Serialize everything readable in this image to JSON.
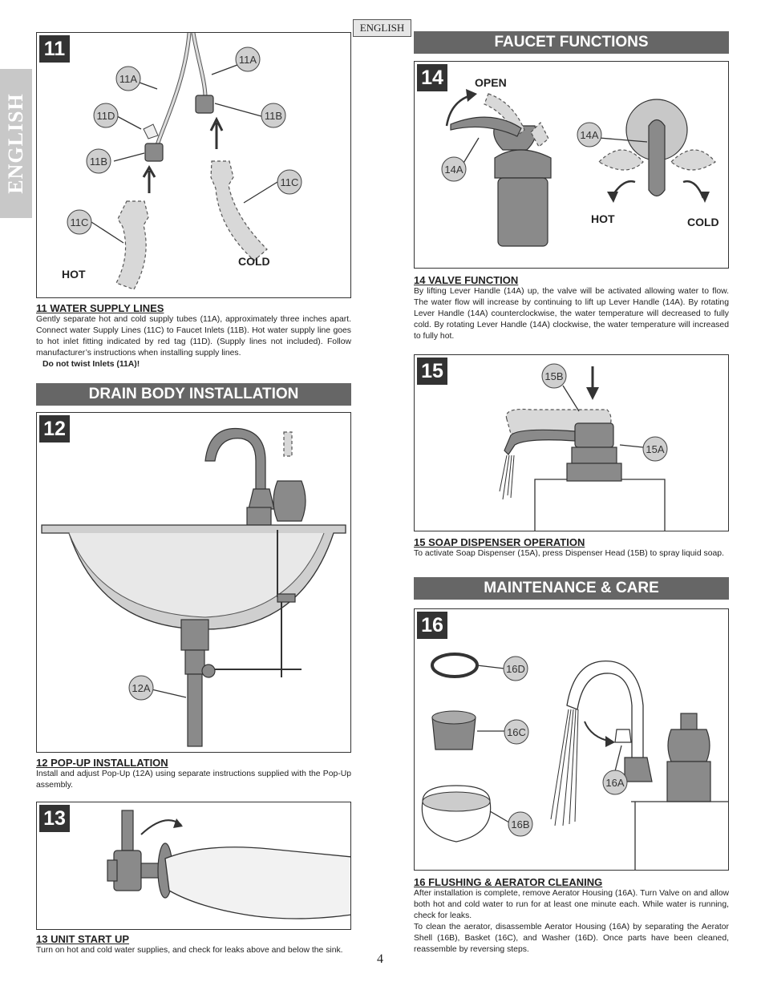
{
  "header": {
    "language_tab": "ENGLISH",
    "side_tab": "ENGLISH"
  },
  "colors": {
    "banner": "#666666",
    "part": "#8a8a8a",
    "callout": "#cfcfcf"
  },
  "fig11": {
    "number": "11",
    "labels": {
      "hot": "HOT",
      "cold": "COLD"
    },
    "callouts": [
      "11A",
      "11A",
      "11D",
      "11B",
      "11B",
      "11C",
      "11C"
    ],
    "caption_title": "11  WATER SUPPLY LINES",
    "caption_body": "Gently separate hot and cold supply tubes (11A), approximately three inches apart. Connect water Supply Lines (11C) to Faucet Inlets (11B). Hot water supply line goes to hot inlet fitting indicated by red tag (11D). (Supply lines not included). Follow manufacturer’s instructions when installing supply lines.",
    "caption_note": "Do not twist Inlets (11A)!"
  },
  "drain": {
    "banner": "DRAIN BODY INSTALLATION"
  },
  "fig12": {
    "number": "12",
    "callouts": [
      "12A"
    ],
    "caption_title": "12  POP-UP INSTALLATION",
    "caption_body": "Install and adjust Pop-Up (12A) using separate instructions supplied with the Pop-Up assembly."
  },
  "fig13": {
    "number": "13",
    "caption_title": "13  UNIT START UP",
    "caption_body": "Turn on hot and cold water supplies, and check for leaks above and below the sink."
  },
  "faucet": {
    "banner": "FAUCET FUNCTIONS"
  },
  "fig14": {
    "number": "14",
    "labels": {
      "open": "OPEN",
      "hot": "HOT",
      "cold": "COLD"
    },
    "callouts": [
      "14A",
      "14A"
    ],
    "caption_title": "14  VALVE FUNCTION",
    "caption_body": "By lifting Lever Handle (14A) up, the valve will be activated allowing water to flow. The water flow will increase by continuing to lift up Lever Handle (14A). By rotating Lever Handle (14A) counterclockwise, the water temperature will decreased to fully cold. By rotating Lever Handle (14A) clockwise, the water temperature will increased to fully hot."
  },
  "fig15": {
    "number": "15",
    "callouts": [
      "15B",
      "15A"
    ],
    "caption_title": "15  SOAP DISPENSER OPERATION",
    "caption_body": "To activate Soap Dispenser (15A), press Dispenser Head (15B) to spray liquid soap."
  },
  "maint": {
    "banner": "MAINTENANCE & CARE"
  },
  "fig16": {
    "number": "16",
    "callouts": [
      "16D",
      "16C",
      "16B",
      "16A"
    ],
    "caption_title": "16  FLUSHING & AERATOR CLEANING",
    "caption_body_1": "After installation is complete, remove Aerator Housing (16A). Turn Valve on and allow both hot and cold water to run for at least one minute each. While water is running, check for leaks.",
    "caption_body_2": "To clean the aerator, disassemble Aerator Housing (16A) by separating the Aerator Shell (16B), Basket (16C), and Washer (16D). Once parts have been cleaned, reassemble by reversing steps."
  },
  "footer": {
    "page_number": "4"
  }
}
